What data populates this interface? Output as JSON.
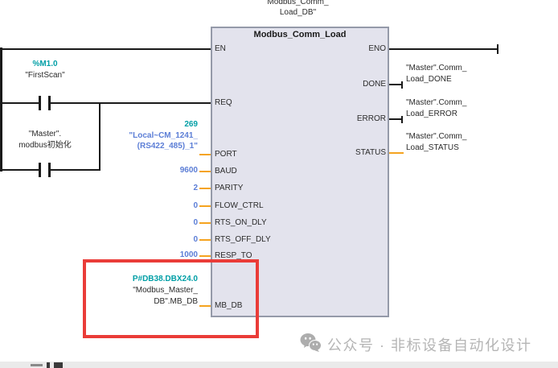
{
  "instance_db": {
    "name_line1": "Modbus_Comm_",
    "name_line2": "Load_DB\""
  },
  "block": {
    "title": "Modbus_Comm_Load",
    "pins": {
      "en": "EN",
      "eno": "ENO",
      "req": "REQ",
      "done": "DONE",
      "error": "ERROR",
      "status": "STATUS",
      "port": "PORT",
      "baud": "BAUD",
      "parity": "PARITY",
      "flow_ctrl": "FLOW_CTRL",
      "rts_on_dly": "RTS_ON_DLY",
      "rts_off_dly": "RTS_OFF_DLY",
      "resp_to": "RESP_TO",
      "mb_db": "MB_DB"
    }
  },
  "contacts": {
    "first_scan": {
      "address": "%M1.0",
      "name": "\"FirstScan\""
    },
    "master_init": {
      "name_line1": "\"Master\".",
      "name_line2": "modbus初始化"
    }
  },
  "params": {
    "port": {
      "address": "269",
      "operand_line1": "\"Local~CM_1241_",
      "operand_line2": "(RS422_485)_1\""
    },
    "baud": {
      "value": "9600"
    },
    "parity": {
      "value": "2"
    },
    "flow_ctrl": {
      "value": "0"
    },
    "rts_on_dly": {
      "value": "0"
    },
    "rts_off_dly": {
      "value": "0"
    },
    "resp_to": {
      "value": "1000"
    },
    "mb_db": {
      "address": "P#DB38.DBX24.0",
      "operand_line1": "\"Modbus_Master_",
      "operand_line2": "DB\".MB_DB"
    }
  },
  "outputs": {
    "done": {
      "operand_line1": "\"Master\".Comm_",
      "operand_line2": "Load_DONE"
    },
    "error": {
      "operand_line1": "\"Master\".Comm_",
      "operand_line2": "Load_ERROR"
    },
    "status": {
      "operand_line1": "\"Master\".Comm_",
      "operand_line2": "Load_STATUS"
    }
  },
  "watermark": {
    "label": "公众号 · 非标设备自动化设计"
  },
  "colors": {
    "address_teal": "#009fa6",
    "value_blue": "#5c7ed6",
    "connector_orange": "#f5a31f",
    "annotation_red": "#ea3c38",
    "block_fill": "#e3e3ed",
    "block_border": "#959aa9",
    "wire_black": "#1a1a1a",
    "watermark_gray": "#b5b5b5"
  }
}
